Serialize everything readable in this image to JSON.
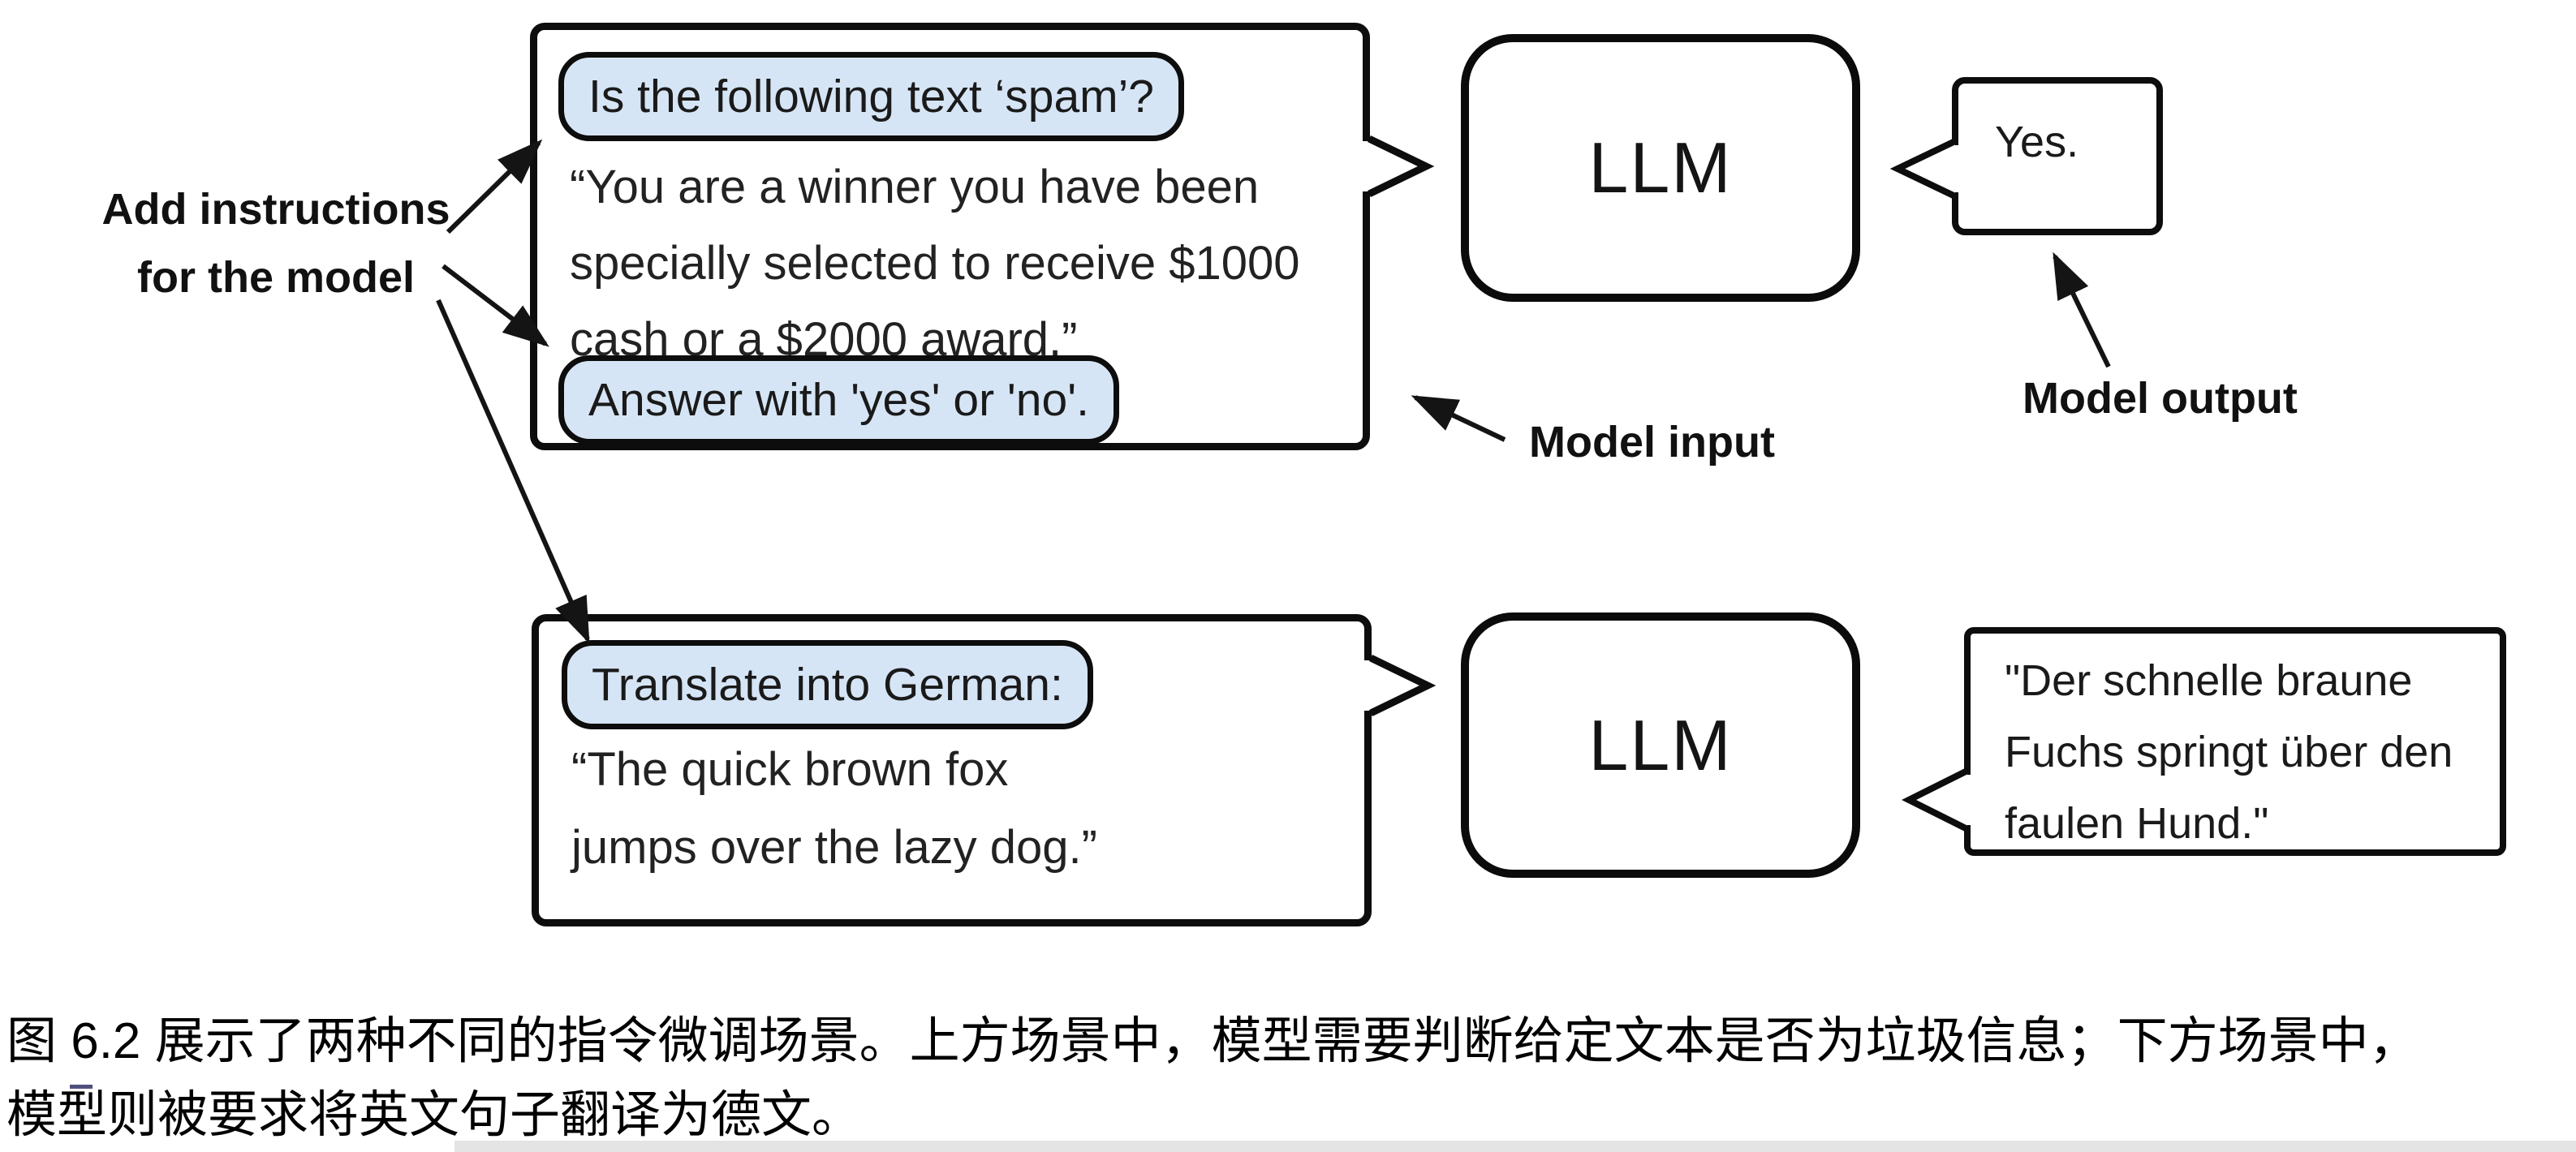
{
  "diagram": {
    "annotations": {
      "add_instructions_line1": "Add instructions",
      "add_instructions_line2": "for the model",
      "model_input": "Model input",
      "model_output": "Model output"
    },
    "spam_scenario": {
      "instruction_1": "Is the following text ‘spam’?",
      "input_lines": [
        "“You are a winner you have been",
        "specially selected to receive $1000",
        "cash or a $2000 award.”"
      ],
      "instruction_2": "Answer with 'yes' or 'no'.",
      "llm_label": "LLM",
      "output": "Yes."
    },
    "translation_scenario": {
      "instruction": "Translate into German:",
      "input_lines": [
        "“The quick brown fox",
        "jumps over the lazy dog.”"
      ],
      "llm_label": "LLM",
      "output_lines": [
        "\"Der schnelle braune",
        "Fuchs springt über den",
        "faulen Hund.\""
      ]
    },
    "colors": {
      "instruction_bg": "#d6e5f5",
      "stroke": "#0d0d0d"
    }
  },
  "caption": {
    "line1": "图 6.2 展示了两种不同的指令微调场景。上方场景中，模型需要判断给定文本是否为垃圾信息；下方场景中，",
    "line2": "模型则被要求将英文句子翻译为德文。"
  }
}
